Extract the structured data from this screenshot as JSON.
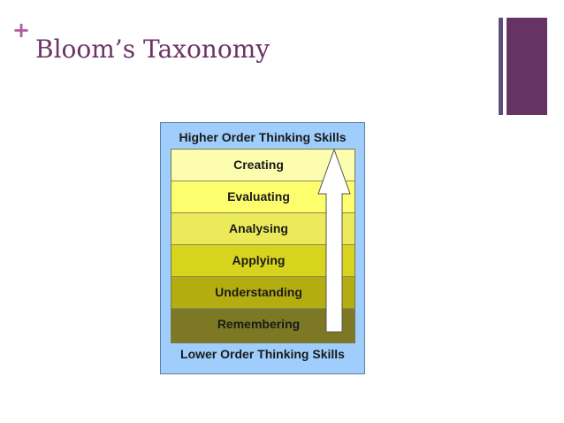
{
  "slide": {
    "plus": "+",
    "title": "Bloom’s Taxonomy"
  },
  "diagram": {
    "higher_label": "Higher Order  Thinking Skills",
    "lower_label": "Lower Order Thinking Skills",
    "levels": [
      {
        "label": "Creating",
        "color": "#fdfdb0"
      },
      {
        "label": "Evaluating",
        "color": "#fdfd6d"
      },
      {
        "label": "Analysing",
        "color": "#ecea5a"
      },
      {
        "label": "Applying",
        "color": "#d8d31d"
      },
      {
        "label": "Understanding",
        "color": "#b3ad11"
      },
      {
        "label": "Remembering",
        "color": "#7c7824"
      }
    ],
    "colors": {
      "frame": "#9fcdfc",
      "arrow": "#ffffff",
      "accent_plus": "#b15a9f",
      "title": "#6b3466",
      "deco": "#663366"
    }
  }
}
